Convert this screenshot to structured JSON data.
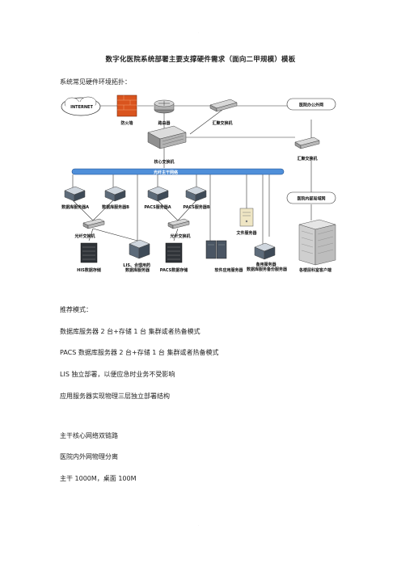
{
  "document": {
    "title": "数字化医院系统部署主要支撑硬件需求（面向二甲规模）模板",
    "subtitle": "系统常见硬件环境拓扑："
  },
  "diagram": {
    "labels": {
      "internet": "INTERNET",
      "firewall": "防火墙",
      "router": "路由器",
      "agg_switch_top": "汇聚交换机",
      "hospital_office_net": "医院办公外网",
      "core_switch": "核心交换机",
      "agg_switch_right": "汇聚交换机",
      "fiber_backbone": "光纤主干网络",
      "db_server_a": "数据库服务器A",
      "db_server_b": "数据库服务器B",
      "pacs_server_a": "PACS服务器A",
      "pacs_server_b": "PACS服务器B",
      "hospital_lan": "医院内部局域网",
      "file_server": "文件服务器",
      "fiber_switch_left": "光纤交换机",
      "fiber_switch_right": "光纤交换机",
      "his_storage": "HIS数据存储",
      "lis_server": "LIS、合理用药\n数据库服务器",
      "pacs_storage": "PACS数据存储",
      "app_server": "软件应用服务器",
      "backup_server": "备用服务器\n数据库服务备份服务器",
      "clients": "各楼层科室客户端"
    }
  },
  "sections": {
    "recommend_title": "推荐模式：",
    "recommend_items": [
      "数据库服务器 2 台+存储 1 台   集群或者热备模式",
      "PACS 数据库服务器 2 台+存储 1 台   集群或者热备模式",
      "LIS 独立部署，以便应急时业务不受影响",
      "应用服务器实现物理三层独立部署结构"
    ],
    "network_items": [
      "主干核心网络双链路",
      "医院内外网物理分离",
      "主干 1000M，桌面 100M"
    ]
  },
  "watermarks": {
    "top": "·",
    "bottom": "·"
  }
}
